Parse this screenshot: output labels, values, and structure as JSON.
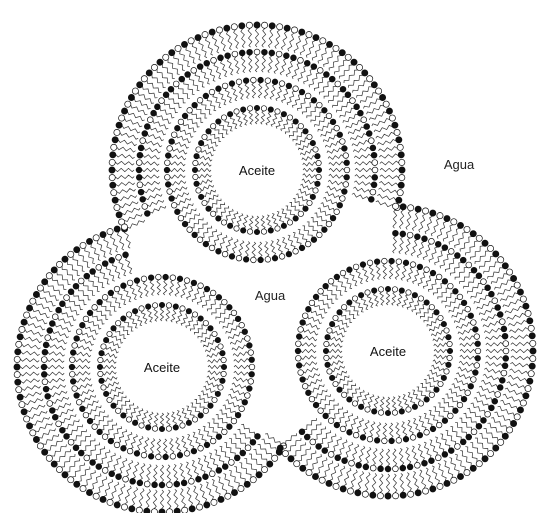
{
  "diagram": {
    "labels": {
      "oil_top": "Aceite",
      "oil_left": "Aceite",
      "oil_right": "Aceite",
      "water_outer": "Agua",
      "water_center": "Agua"
    }
  }
}
